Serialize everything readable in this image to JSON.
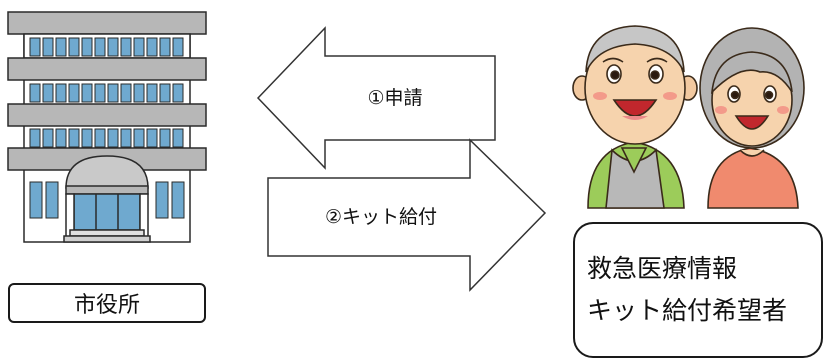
{
  "building": {
    "label": "市役所"
  },
  "arrows": {
    "apply": {
      "label": "①申請"
    },
    "provide": {
      "label": "②キット給付"
    }
  },
  "applicant": {
    "line1": "救急医療情報",
    "line2": "キット給付希望者"
  }
}
